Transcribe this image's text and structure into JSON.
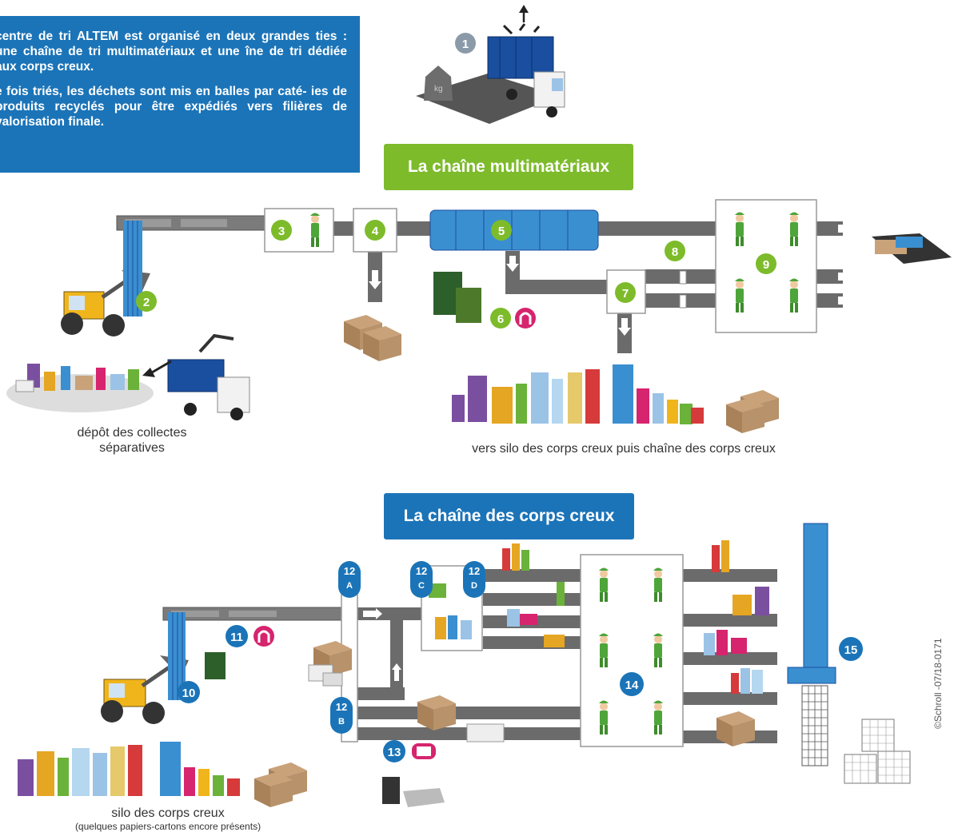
{
  "intro": {
    "paragraph1": "centre de tri ALTEM est organisé en deux grandes ties : une chaîne de tri multimatériaux et une îne de tri dédiée aux corps creux.",
    "paragraph2": "e fois triés, les déchets sont mis en balles par caté- ies de produits recyclés pour être expédiés vers filières de valorisation finale."
  },
  "banners": {
    "multimaterials": "La chaîne multimatériaux",
    "hollow_bodies": "La chaîne des corps creux"
  },
  "captions": {
    "deposit_line1": "dépôt des collectes",
    "deposit_line2": "séparatives",
    "to_silo": "vers silo des corps creux puis chaîne des corps creux",
    "silo_line1": "silo des corps creux",
    "silo_line2": "(quelques papiers-cartons encore présents)"
  },
  "steps": {
    "s1": "1",
    "s2": "2",
    "s3": "3",
    "s4": "4",
    "s5": "5",
    "s6": "6",
    "s7": "7",
    "s8": "8",
    "s9": "9",
    "s10": "10",
    "s11": "11",
    "s12": "12",
    "s12a": "A",
    "s12b": "B",
    "s12c": "C",
    "s12d": "D",
    "s13": "13",
    "s14": "14",
    "s15": "15"
  },
  "weight_label": "kg",
  "credit": "©Schroll -07/18-0171",
  "colors": {
    "green": "#7dbb2b",
    "blue": "#1b74b8",
    "conveyor": "#6b6b6b",
    "worker": "#4ea53a",
    "magnet": "#d6246e"
  }
}
